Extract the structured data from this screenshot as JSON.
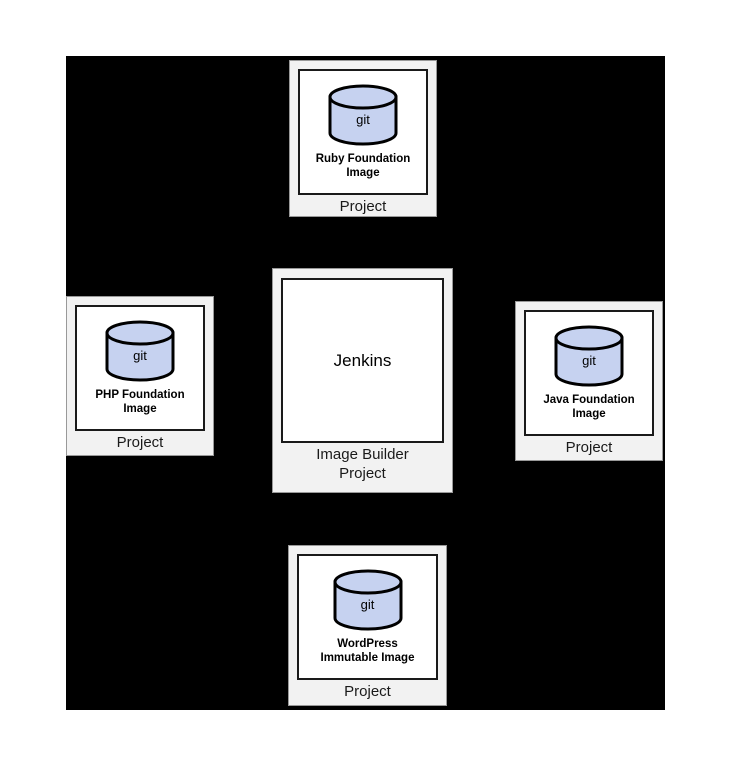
{
  "diagram": {
    "background_color": "#000000",
    "card_background_color": "#f2f2f2",
    "node_background_color": "#ffffff",
    "cylinder_fill_color": "#c6d2f0",
    "outline_color": "#000000",
    "cards": [
      {
        "id": "ruby",
        "icon": "database-cylinder-icon",
        "icon_label": "git",
        "node_label": "Ruby Foundation\nImage",
        "caption": "Project"
      },
      {
        "id": "php",
        "icon": "database-cylinder-icon",
        "icon_label": "git",
        "node_label": "PHP Foundation\nImage",
        "caption": "Project"
      },
      {
        "id": "jenkins",
        "icon": "none",
        "icon_label": "",
        "node_label": "Jenkins",
        "caption": "Image Builder\nProject"
      },
      {
        "id": "java",
        "icon": "database-cylinder-icon",
        "icon_label": "git",
        "node_label": "Java Foundation\nImage",
        "caption": "Project"
      },
      {
        "id": "wordpress",
        "icon": "database-cylinder-icon",
        "icon_label": "git",
        "node_label": "WordPress\nImmutable Image",
        "caption": "Project"
      }
    ]
  }
}
